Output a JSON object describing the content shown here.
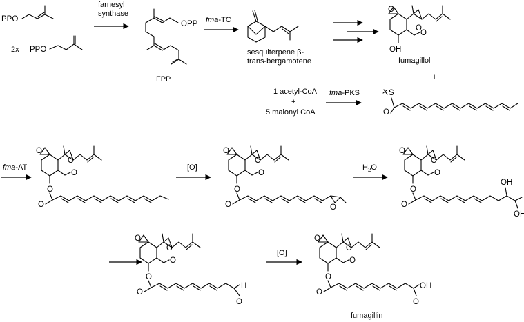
{
  "reagents": {
    "ppo": "PPO",
    "two_x": "2x",
    "farnesyl_1": "farnesyl",
    "farnesyl_2": "synthase",
    "opp": "OPP",
    "fpp": "FPP",
    "fma_tc_italic": "fma",
    "fma_tc_rest": "-TC",
    "bergamotene_1": "sesquiterpene β-",
    "bergamotene_2": "trans-bergamotene",
    "fumagillol": "fumagillol",
    "plus": "+",
    "acetyl": "1 acetyl-CoA",
    "plus2": "+",
    "malonyl": "5 malonyl CoA",
    "fma_pks_italic": "fma",
    "fma_pks_rest": "-PKS",
    "fma_at_italic": "fma",
    "fma_at_rest": "-AT",
    "oxidation_1": "[O]",
    "water_h": "H",
    "water_sub": "2",
    "water_o": "O",
    "oxidation_2": "[O]",
    "fumagillin": "fumagillin"
  },
  "atoms": {
    "O": "O",
    "OH": "OH",
    "H": "H",
    "S": "S"
  }
}
